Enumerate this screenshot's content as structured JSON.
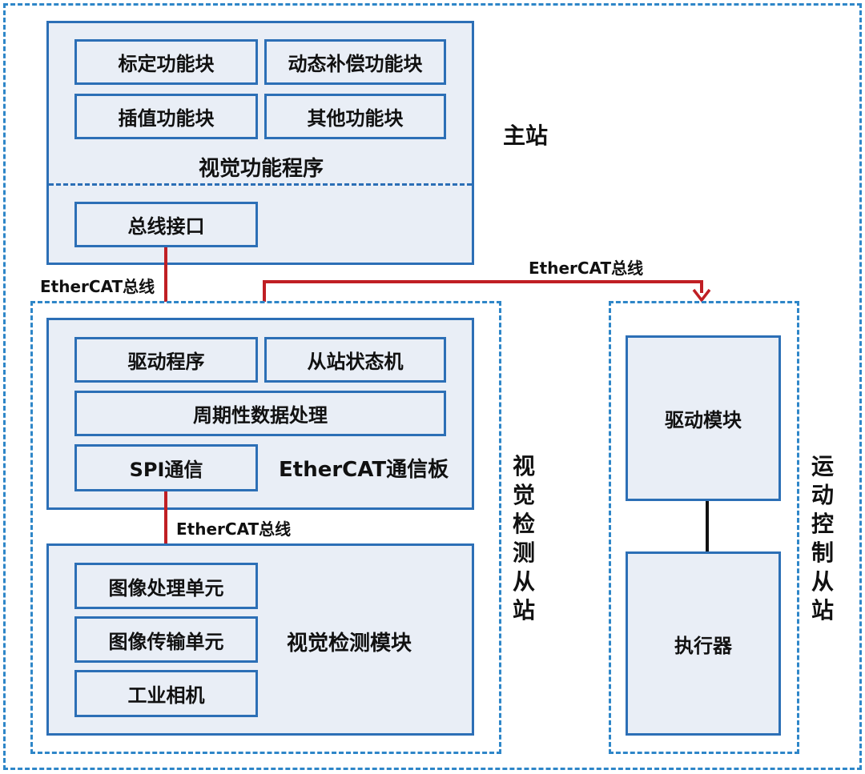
{
  "master": {
    "label": "主站",
    "blocks": [
      "标定功能块",
      "动态补偿功能块",
      "插值功能块",
      "其他功能块"
    ],
    "program_label": "视觉功能程序",
    "bus_interface": "总线接口"
  },
  "bus_label_left": "EtherCAT总线",
  "bus_label_top": "EtherCAT总线",
  "bus_label_inner": "EtherCAT总线",
  "vision_slave": {
    "label": "视觉检测从站",
    "comm_board": {
      "label": "EtherCAT通信板",
      "driver": "驱动程序",
      "state_machine": "从站状态机",
      "cyclic": "周期性数据处理",
      "spi": "SPI通信"
    },
    "detect_module": {
      "label": "视觉检测模块",
      "units": [
        "图像处理单元",
        "图像传输单元",
        "工业相机"
      ]
    }
  },
  "motion_slave": {
    "label": "运动控制从站",
    "drive_module": "驱动模块",
    "actuator": "执行器"
  },
  "colors": {
    "border": "#2c6fb6",
    "dash": "#2e86c8",
    "fill": "#e9eef6",
    "bus_line": "#c01f24"
  }
}
